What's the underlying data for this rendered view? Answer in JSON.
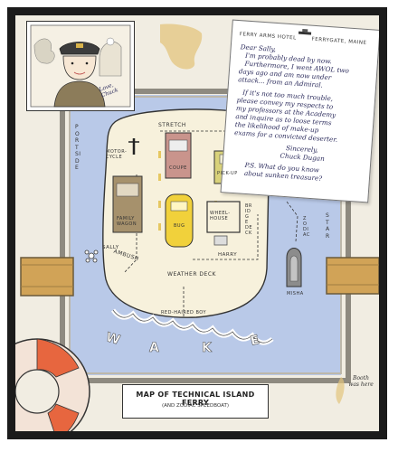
{
  "letter": {
    "heading_left": "FERRY ARMS HOTEL",
    "heading_right": "FERRYGATE, MAINE",
    "lines": [
      "Dear Sally,",
      "I'm probably dead by now.",
      "Furthermore, I went AWOL two",
      "days ago and am now under",
      "attack... from an Admiral.",
      "If it's not too much trouble,",
      "please convey my respects to",
      "my professors at the Academy",
      "and inquire as to loose terms",
      "the likelihood of make-up",
      "exams for a convicted deserter.",
      "Sincerely,",
      "Chuck Dugan",
      "P.S. What do you know",
      "about sunken treasure?"
    ]
  },
  "portrait_signature": "Love, Chuck",
  "map": {
    "title": "MAP OF TECHNICAL ISLAND FERRY",
    "subtitle": "(AND ZODIAC SPEEDBOAT)",
    "stretch": "STRETCH",
    "port_side": "PORT SIDE",
    "star": "STAR",
    "motorcycle": "MOTOR- CYCLE",
    "coupe": "COUPE",
    "pickup": "PICK-UP",
    "family_wagon": "FAMILY WAGON",
    "bug": "BUG",
    "wheelhouse": "WHEEL- HOUSE",
    "bridge_deck": "BRIDGE DECK",
    "zodiac": "ZODIAC",
    "sally": "SALLY",
    "ambush": "AMBUSH",
    "harry": "HARRY",
    "weather_deck": "WEATHER DECK",
    "red_haired_boy": "RED-HAIRED BOY",
    "misha": "MISHA",
    "wake": [
      "W",
      "A",
      "K",
      "E"
    ]
  },
  "corner_note": "Booth was here",
  "colors": {
    "water": "#b9c9e8",
    "deck": "#f7f1dc",
    "piling": "#d1a357",
    "coupe": "#c9948c",
    "pickup": "#d9d27a",
    "wagon": "#a6916c",
    "bug": "#f1d13b",
    "ink": "#2b2b5c"
  }
}
